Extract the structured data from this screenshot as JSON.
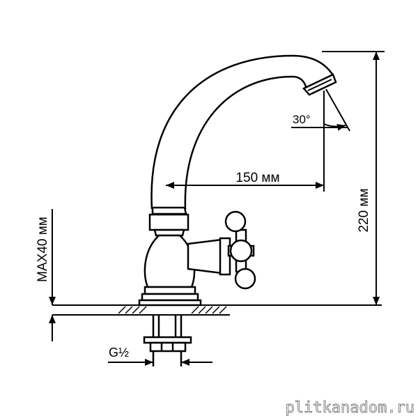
{
  "dimensions": {
    "angle": "30°",
    "reach": "150 мм",
    "height": "220 мм",
    "max_deck": "MAX40 мм",
    "thread": "G½"
  },
  "watermark": "plitkanadom.ru",
  "colors": {
    "line": "#000000",
    "background": "#ffffff"
  }
}
